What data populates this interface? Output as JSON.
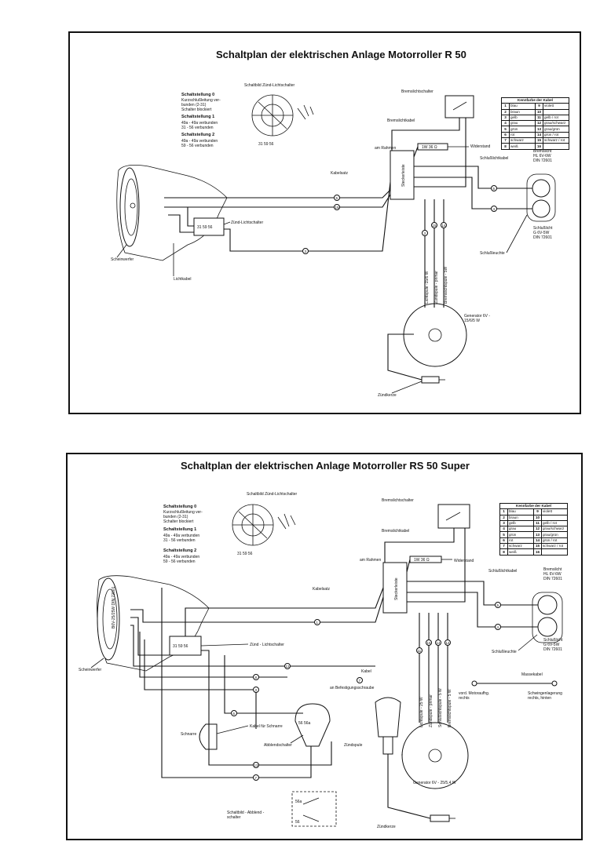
{
  "diagram_top": {
    "title": "Schaltplan der elektrischen Anlage Motorroller R 50",
    "switch_diagram_title": "Schaltbild Zünd-Lichtschalter",
    "switch_positions": [
      {
        "heading": "Schaltstellung 0",
        "text": [
          "Kurzschlußleitung ver-",
          "bunden (2-31)",
          "Schalter blockiert"
        ]
      },
      {
        "heading": "Schaltstellung 1",
        "text": [
          "49a - 49a verbunden",
          "31 - 56 verbunden"
        ]
      },
      {
        "heading": "Schaltstellung 2",
        "text": [
          "49a - 49a verbunden",
          "59 - 56 verbunden"
        ]
      }
    ],
    "labels": {
      "brake_switch": "Bremslichtschalter",
      "brake_cable": "Bremslichtkabel",
      "frame": "am Rahmen",
      "resistor_value": "1W 36 Ω",
      "resistor": "Widerstand",
      "tail_cable": "Schlußlichtkabel",
      "cable_harness": "Kabelsatz",
      "terminal_strip": "Steckerleiste",
      "ignition_switch": "Zünd-Lichtschalter",
      "headlight": "Scheinwerfer",
      "light_cable": "Lichtkabel",
      "tail_lamp": "Schlußleuchte",
      "brake_light": [
        "Bremslicht",
        "HL 6V-6W",
        "DIN 72601"
      ],
      "tail_light": [
        "Schlußlicht",
        "G 6V-5W",
        "DIN 72601"
      ],
      "generator": [
        "Generator 6V -",
        "15/6/5 W"
      ],
      "spark_plug": "Zündkerze",
      "coil_labels": [
        "Lichtspule -15/6 W",
        "Zündspule - primär",
        "Bremslichtspule - 5W"
      ]
    }
  },
  "diagram_bottom": {
    "title": "Schaltplan der elektrischen Anlage Motorroller RS 50 Super",
    "switch_diagram_title": "Schaltbild Zünd-Lichtschalter",
    "switch_positions": [
      {
        "heading": "Schaltstellung 0",
        "text": [
          "Kurzschlußleitung ver-",
          "bunden (2-31)",
          "Schalter blockiert"
        ]
      },
      {
        "heading": "Schaltstellung 1",
        "text": [
          "49a - 49a verbunden",
          "31 - 56 verbunden"
        ]
      },
      {
        "heading": "Schaltstellung 2",
        "text": [
          "49a - 49a verbunden",
          "59 - 56 verbunden"
        ]
      }
    ],
    "labels": {
      "brake_switch": "Bremslichtschalter",
      "brake_cable": "Bremslichtkabel",
      "frame": "am Rahmen",
      "resistor_value": "1W 36 Ω",
      "resistor": "Widerstand",
      "tail_cable": "Schlußlichtkabel",
      "cable_harness": "Kabelsatz",
      "terminal_strip": "Steckerleiste",
      "ignition_switch": "Zünd - Lichtschalter",
      "headlight": "Scheinwerfer",
      "horn": "Schnarre",
      "horn_cable": "Kabel für Schnarre",
      "stop_switch": "Abblendschalter",
      "cable": "Kabel",
      "mount_screw": "an Befestigungsschraube",
      "ignition_coil": "Zündspule",
      "spark_plug": "Zündkerze",
      "tail_lamp": "Schlußleuchte",
      "brake_light": [
        "Bremslicht",
        "HL 6V-6W",
        "DIN 72601"
      ],
      "tail_light": [
        "Schlußlicht",
        "G 6V-5W",
        "DIN 72601"
      ],
      "generator": "Generator 6V - 25/5,4 W",
      "ground_cable": "Massekabel",
      "engine_mount": [
        "vord. Motoraufhg.",
        "rechts"
      ],
      "swing_mount": [
        "Schwingenlagerung",
        "rechts, hinten"
      ],
      "switch_diagram_stop": [
        "Schaltbild - Abblend -",
        "schalter"
      ],
      "coil_labels": [
        "Lichtspule - 25 W",
        "Zündspule - primär",
        "Schlußlichtspule - 5 W",
        "Bremslichtspule - 5 W"
      ]
    }
  },
  "color_table": {
    "title": "Kennfarbe der Kabel",
    "rows": [
      [
        1,
        "blau",
        9,
        "violett"
      ],
      [
        2,
        "braun",
        10,
        ""
      ],
      [
        3,
        "gelb",
        11,
        "gelb / rot"
      ],
      [
        4,
        "grau",
        12,
        "grau/schwarz"
      ],
      [
        5,
        "grün",
        13,
        "grau/grün"
      ],
      [
        6,
        "rot",
        14,
        "grün / rot"
      ],
      [
        7,
        "schwarz",
        15,
        "schwarz / rot"
      ],
      [
        8,
        "weiß",
        16,
        ""
      ]
    ]
  }
}
